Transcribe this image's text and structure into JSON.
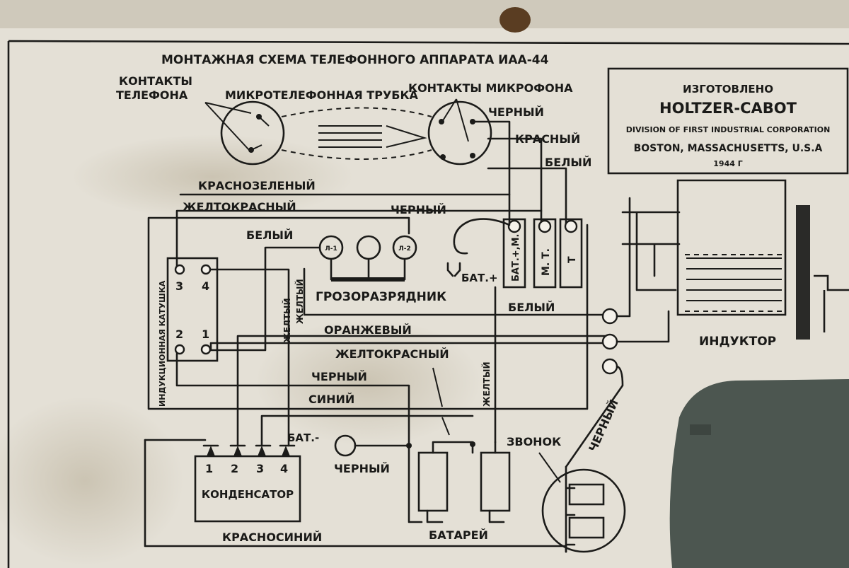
{
  "title": "МОНТАЖНАЯ СХЕМА ТЕЛЕФОННОГО АППАРАТА ИАА-44",
  "maker_plate": {
    "line1": "ИЗГОТОВЛЕНО",
    "line2": "HOLTZER-CABOT",
    "line3": "DIVISION OF FIRST INDUSTRIAL CORPORATION",
    "line4": "BOSTON, MASSACHUSETTS, U.S.A",
    "line5": "1944 Г"
  },
  "labels": {
    "phone_contacts_1": "КОНТАКТЫ",
    "phone_contacts_2": "ТЕЛЕФОНА",
    "handset": "МИКРОТЕЛЕФОННАЯ ТРУБКА",
    "mic_contacts": "КОНТАКТЫ МИКРОФОНА",
    "black_top": "ЧЕРНЫЙ",
    "red_top": "КРАСНЫЙ",
    "white_top": "БЕЛЫЙ",
    "red_green": "КРАСНОЗЕЛЕНЫЙ",
    "yellow_red_top": "ЖЕЛТОКРАСНЫЙ",
    "black_mid": "ЧЕРНЫЙ",
    "white_left": "БЕЛЫЙ",
    "arrester": "ГРОЗОРАЗРЯДНИК",
    "bat_plus": "БАТ.+",
    "white_right": "БЕЛЫЙ",
    "orange": "ОРАНЖЕВЫЙ",
    "yellow_red_mid": "ЖЕЛТОКРАСНЫЙ",
    "black_low": "ЧЕРНЫЙ",
    "blue": "СИНИЙ",
    "yellow_vertical_1": "ЖЕЛТЫЙ",
    "yellow_vertical_2": "ЖЕЛТЫЙ",
    "coil_vertical": "ИНДУКЦИОННАЯ КАТУШКА",
    "inductor": "ИНДУКТОР",
    "bell": "ЗВОНОК",
    "black_diag": "ЧЕРНЫЙ",
    "bat_minus": "БАТ.-",
    "black_bottom": "ЧЕРНЫЙ",
    "capacitor": "КОНДЕНСАТОР",
    "batteries": "БАТАРЕЙ",
    "red_blue": "КРАСНОСИНИЙ",
    "l1": "Л-1",
    "l2": "Л-2"
  },
  "terminals": {
    "t_bat": "БАТ.+,М.",
    "t_mt": "М. Т.",
    "t_t": "Т"
  },
  "coil_pins": [
    "3",
    "4",
    "2",
    "1"
  ],
  "cap_pins": [
    "1",
    "2",
    "3",
    "4"
  ],
  "colors": {
    "plate": "#e4e0d6",
    "ink": "#1b1b19",
    "background": "#5e5a4f",
    "metal_bracket": "#4c5650"
  }
}
